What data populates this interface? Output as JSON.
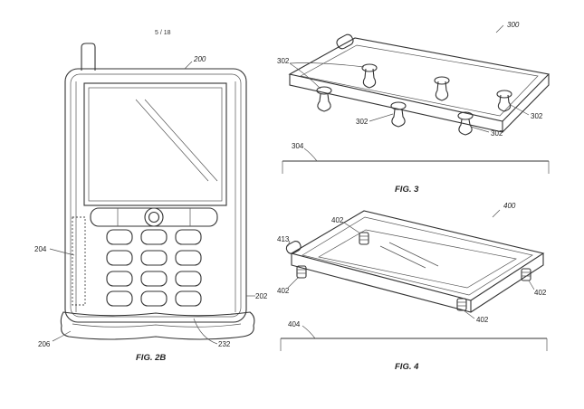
{
  "page": {
    "number": "5 / 18"
  },
  "fig2b": {
    "caption": "FIG. 2B",
    "ref_device": "200",
    "ref_side_panel": "204",
    "ref_cushion_left": "206",
    "ref_right_edge": "202",
    "ref_bottom_right": "232"
  },
  "fig3": {
    "caption": "FIG. 3",
    "ref_device": "300",
    "ref_suction": "302",
    "ref_surface": "304"
  },
  "fig4": {
    "caption": "FIG. 4",
    "ref_device": "400",
    "ref_spring": "402",
    "ref_side": "413",
    "ref_surface": "404"
  }
}
